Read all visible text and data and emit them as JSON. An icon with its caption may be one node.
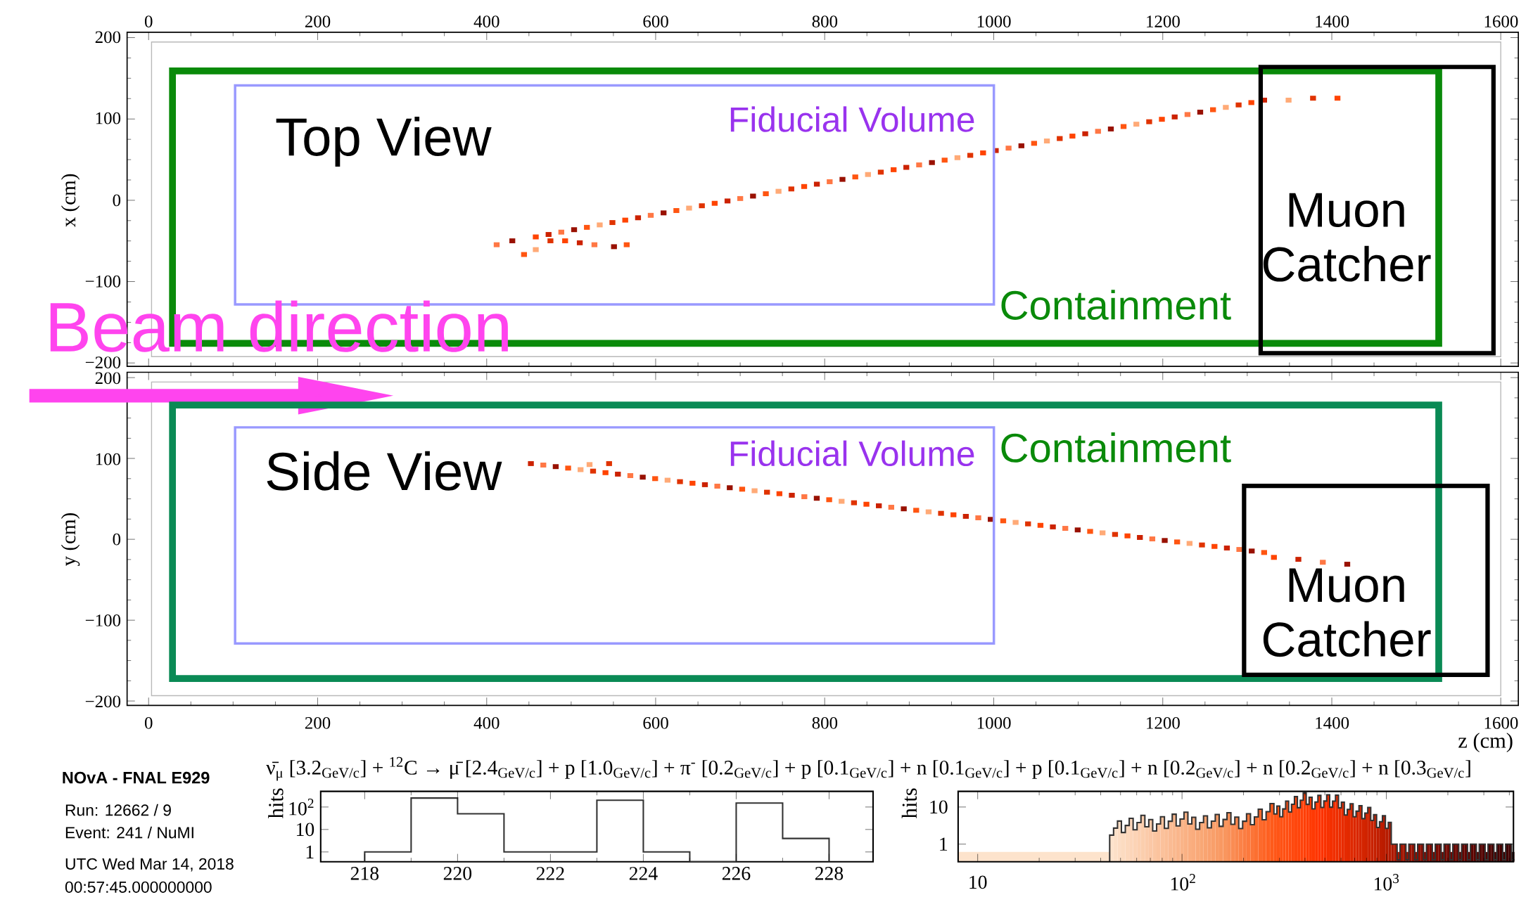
{
  "diagram": {
    "nodes": [
      {
        "text": [
          "Containment"
        ]
      },
      {
        "text": [
          "Fiducial Volume"
        ],
        "in": 0
      },
      {
        "text": [
          "Muon Catcher"
        ]
      },
      {
        "text": [
          "Containment"
        ]
      },
      {
        "text": [
          "Fiducial Volume"
        ],
        "in": 3
      },
      {
        "text": [
          "Muon Catcher"
        ]
      }
    ],
    "labels": [
      "0",
      "200",
      "400",
      "600",
      "800",
      "1000",
      "1200",
      "1400",
      "1600",
      "200",
      "100",
      "0",
      "−100",
      "−200",
      "x (cm)",
      "Top View",
      "Beam direction",
      "200",
      "100",
      "0",
      "−100",
      "−200",
      "y (cm)",
      "Side View",
      "0",
      "200",
      "400",
      "600",
      "800",
      "1000",
      "1200",
      "1400",
      "1600",
      "z (cm)",
      "NOvA - FNAL E929",
      "Run: 12662 / 9",
      "Event: 241 / NuMI",
      "UTC Wed Mar 14, 2018",
      "00:57:45.000000000",
      "ν̄$_{μ}$ [3.2$_{GeV/c}$] + $^{12}$C → μ̄ [2.4$_{GeV/c}$] + p [1.0$_{GeV/c}$] + π$^{-}$ [0.2$_{GeV/c}$] + p [0.1$_{GeV/c}$] + n [0.1$_{GeV/c}$] + p [0.1$_{GeV/c}$] + n [0.2$_{GeV/c}$] + n [0.2$_{GeV/c}$] + n [0.3$_{GeV/c}$]",
      "hits",
      "10$^{2}$",
      "10",
      "1",
      "218",
      "220",
      "222",
      "224",
      "226",
      "228",
      "hits",
      "10",
      "1",
      "10",
      "10$^{2}$",
      "10$^{3}$"
    ]
  }
}
